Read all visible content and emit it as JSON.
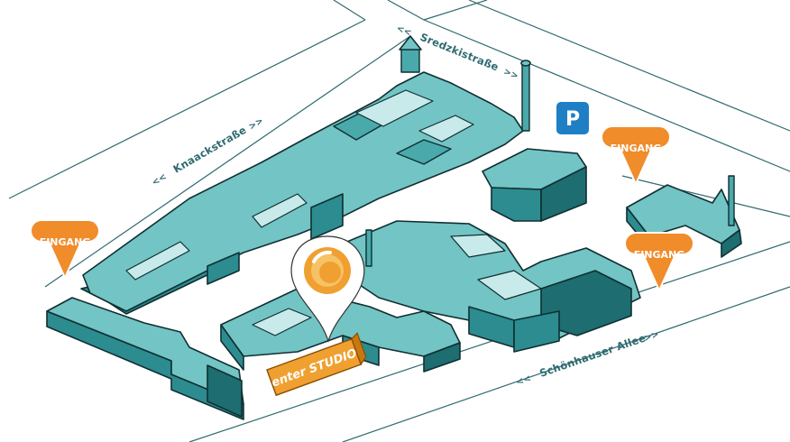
{
  "streets": {
    "sredzki": "Sredzkistraße",
    "knaack": "Knaackstraße",
    "schoenhauser": "Schönhauser Allee"
  },
  "arrows": {
    "left": "<<",
    "right": ">>"
  },
  "entrances": {
    "label": "EINGANG",
    "color": "#f08c2a"
  },
  "studio": {
    "label": "enter STUDIO",
    "color": "#f0a030",
    "pin_icon": "location-pin-icon"
  },
  "parking": {
    "label": "P",
    "color": "#1f7fc4"
  },
  "colors": {
    "road": "#2e6a70",
    "building_top": "#73c4c4",
    "building_side": "#2d8c8f"
  }
}
